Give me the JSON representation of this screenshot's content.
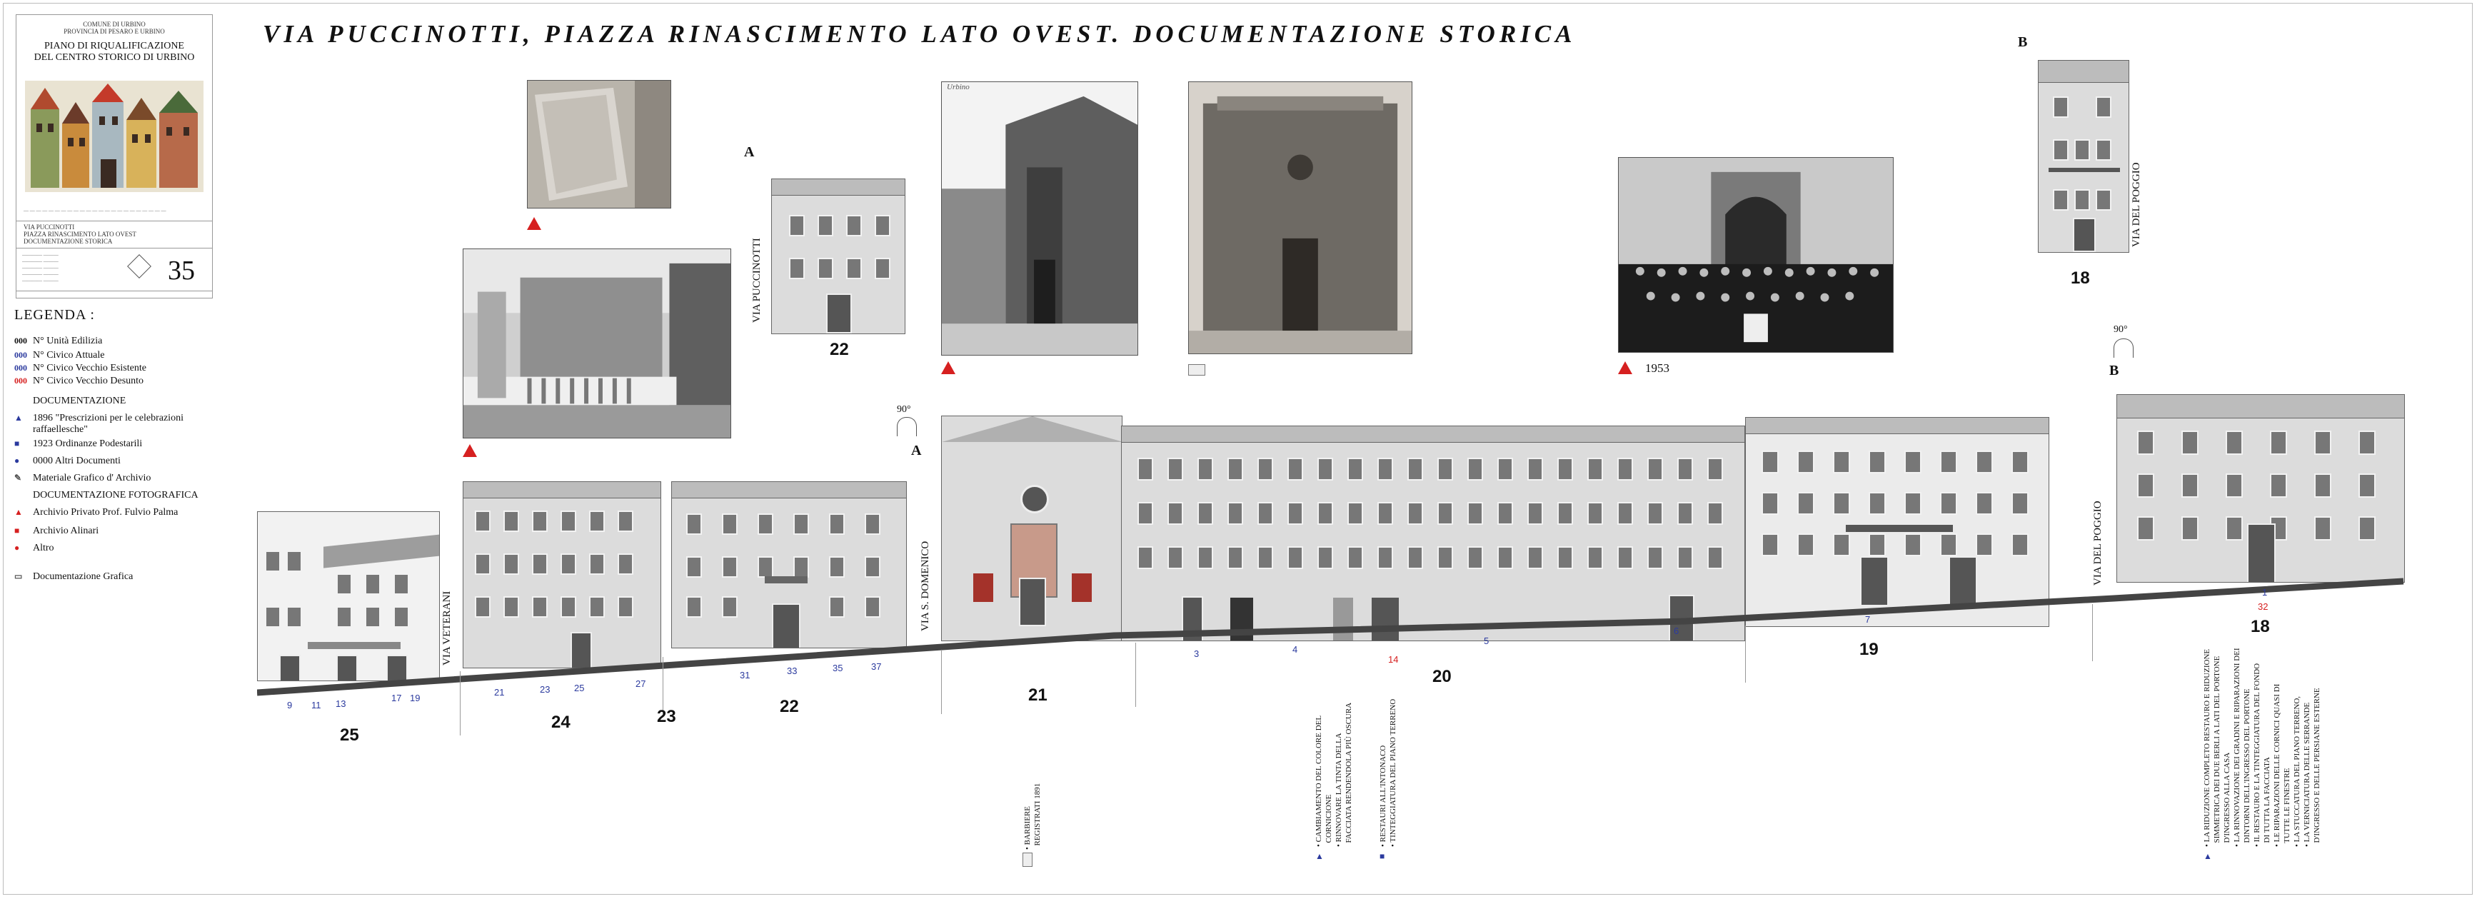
{
  "title": "VIA PUCCINOTTI, PIAZZA RINASCIMENTO LATO OVEST. DOCUMENTAZIONE STORICA",
  "cartouche": {
    "municipality": "COMUNE DI URBINO",
    "province": "PROVINCIA DI PESARO E URBINO",
    "plan_line1": "PIANO DI RIQUALIFICAZIONE",
    "plan_line2": "DEL CENTRO STORICO DI URBINO",
    "subtitle_line1": "VIA PUCCINOTTI",
    "subtitle_line2": "PIAZZA RINASCIMENTO LATO OVEST",
    "subtitle_line3": "DOCUMENTAZIONE STORICA",
    "sheet_number": "35"
  },
  "legend": {
    "title": "LEGENDA :",
    "items": [
      {
        "symbol": "000",
        "label": "N° Unità Edilizia",
        "color": "#111111"
      },
      {
        "symbol": "000",
        "label": "N° Civico Attuale",
        "color": "#2b3a9e"
      },
      {
        "symbol": "000",
        "label": "N° Civico Vecchio Esistente",
        "color": "#2b3a9e"
      },
      {
        "symbol": "000",
        "label": "N° Civico Vecchio Desunto",
        "color": "#d62020"
      },
      {
        "symbol": "",
        "label": "DOCUMENTAZIONE",
        "color": "#111111"
      },
      {
        "symbol": "▲",
        "label": "1896 \"Prescrizioni per le celebrazioni raffaellesche\"",
        "color": "#2b3a9e"
      },
      {
        "symbol": "■",
        "label": "1923 Ordinanze Podestarili",
        "color": "#2b3a9e"
      },
      {
        "symbol": "●",
        "label": "0000 Altri Documenti",
        "color": "#2b3a9e"
      },
      {
        "symbol": "✎",
        "label": "Materiale Grafico d' Archivio",
        "color": "#555555"
      },
      {
        "symbol": "",
        "label": "DOCUMENTAZIONE FOTOGRAFICA",
        "color": "#111111"
      },
      {
        "symbol": "▲",
        "label": "Archivio Privato Prof. Fulvio Palma",
        "color": "#d62020"
      },
      {
        "symbol": "■",
        "label": "Archivio Alinari",
        "color": "#d62020"
      },
      {
        "symbol": "●",
        "label": "Altro",
        "color": "#d62020"
      },
      {
        "symbol": "▭",
        "label": "Documentazione Grafica",
        "color": "#555555"
      }
    ]
  },
  "photo_labels": {
    "photo7_year": "1953",
    "photo4_caption": "Urbino"
  },
  "section_marks": {
    "a_top": "A",
    "a_bottom": "A",
    "b_top": "B",
    "b_bottom": "B",
    "angle_a": "90°",
    "angle_b": "90°"
  },
  "small_elevations": {
    "unit22": "22",
    "unit18": "18",
    "street_puccinotti": "VIA PUCCINOTTI",
    "street_poggio": "VIA DEL POGGIO"
  },
  "streets": {
    "veterani": "VIA VETERANI",
    "domenico": "VIA S. DOMENICO",
    "poggio": "VIA DEL POGGIO"
  },
  "units": [
    "25",
    "24",
    "23",
    "22",
    "21",
    "20",
    "19",
    "18"
  ],
  "civici": {
    "u25": [
      "9",
      "11",
      "13",
      "17",
      "19"
    ],
    "u24": [
      "21",
      "23",
      "25"
    ],
    "u23": [
      "27"
    ],
    "u22": [
      "31",
      "33",
      "35",
      "37"
    ],
    "u20": [
      "3",
      "4",
      "5",
      "6"
    ],
    "u20_red": "14",
    "u19": [
      "7"
    ],
    "u18": "1",
    "u18_red": "32"
  },
  "notes": {
    "n1": "• BARBIERE\n  REGISTRATI 1891",
    "n2": "• CAMBIAMENTO DEL COLORE DEL\n  CORNICIONE\n• RINNOVARE LA TINTA DELLA\n  FACCIATA RENDENDOLA PIÙ OSCURA",
    "n3": "• RESTAURI ALL'INTONACO\n• TINTEGGIATURA DEL PIANO TERRENO",
    "n4": "• LA RIDUZIONE COMPLETO RESTAURO E RIDUZIONE\n  SIMMETRICA DEI DUE BERLI A LATI DEL PORTONE\n  D'INGRESSO ALLA CASA\n• LA RINNOVAZIONE DEI GRADINI E RIPARAZIONI DEI\n  DINTORNI DELL'INGRESSO DEL PORTONE\n• IL RESTAURO E LA TINTEGGIATURA DEL FONDO\n  DI TUTTA LA FACCIATA\n• LE RIPARAZIONI DELLE CORNICI QUASI DI\n  TUTTE LE FINESTRE\n• LA STUCCATURA DEL PIANO TERRENO,\n• LA VERNICIATURA DELLE SERRANDE\n  D'INGRESSO E DELLE PERSIANE ESTERNE"
  }
}
